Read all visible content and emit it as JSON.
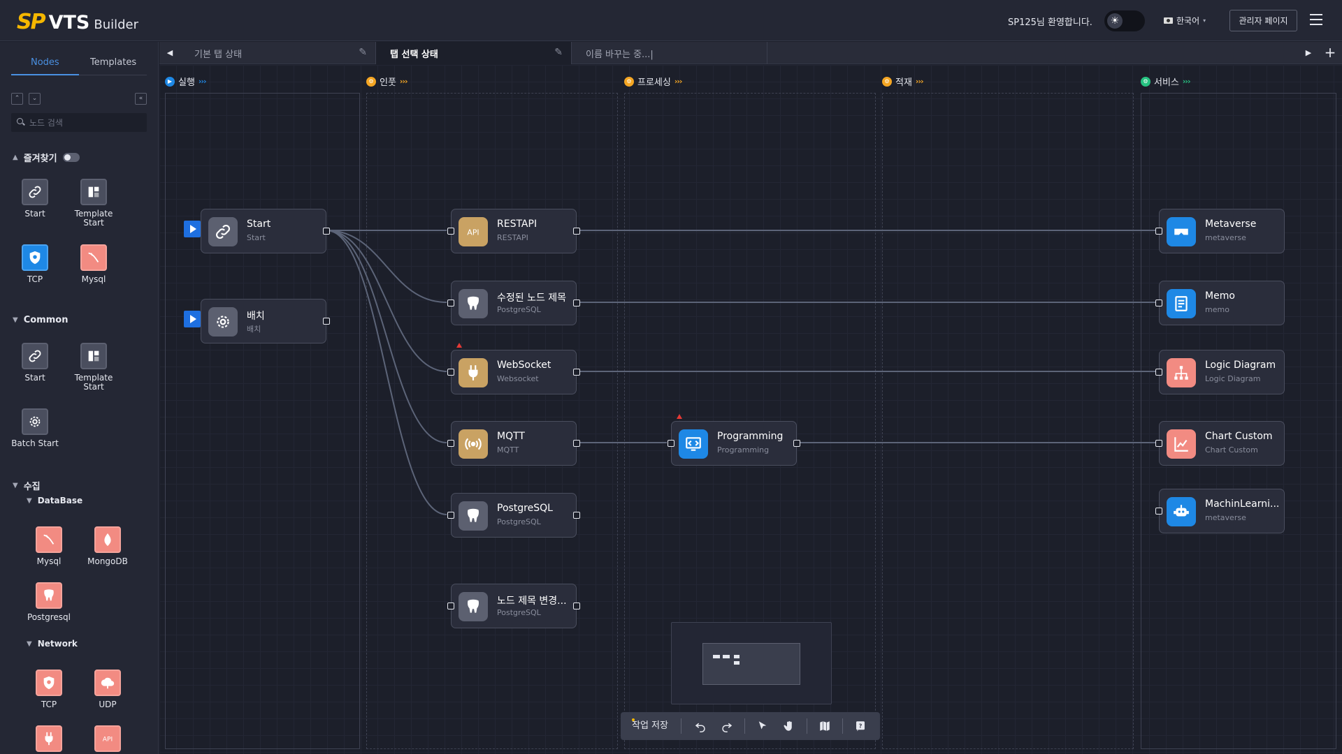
{
  "header": {
    "logo_mark": "SP",
    "logo_name": "VTS",
    "logo_suffix": "Builder",
    "welcome": "SP125님 환영합니다.",
    "language": "한국어",
    "admin_button": "관리자 페이지"
  },
  "sidebar": {
    "tabs": [
      "Nodes",
      "Templates"
    ],
    "active_tab": "Nodes",
    "search_placeholder": "노드 검색",
    "favorites": {
      "title": "즐겨찾기",
      "items": [
        {
          "label": "Start",
          "icon": "link-icon"
        },
        {
          "label": "Template Start",
          "icon": "template-icon"
        },
        {
          "label": "TCP",
          "icon": "shield-network-icon"
        },
        {
          "label": "Mysql",
          "icon": "mysql-icon"
        }
      ]
    },
    "common": {
      "title": "Common",
      "items": [
        {
          "label": "Start",
          "icon": "link-icon"
        },
        {
          "label": "Template Start",
          "icon": "template-icon"
        },
        {
          "label": "Batch Start",
          "icon": "gear-icon"
        }
      ]
    },
    "collect": {
      "title": "수집",
      "database": {
        "title": "DataBase",
        "items": [
          {
            "label": "Mysql",
            "icon": "mysql-icon"
          },
          {
            "label": "MongoDB",
            "icon": "mongodb-icon"
          },
          {
            "label": "Postgresql",
            "icon": "postgresql-icon"
          }
        ]
      },
      "network": {
        "title": "Network",
        "items": [
          {
            "label": "TCP",
            "icon": "shield-network-icon"
          },
          {
            "label": "UDP",
            "icon": "cloud-icon"
          },
          {
            "label": "",
            "icon": "plug-icon"
          },
          {
            "label": "",
            "icon": "api-icon"
          }
        ]
      }
    }
  },
  "tabs": [
    {
      "label": "기본 탭 상태",
      "active": false
    },
    {
      "label": "탭 선택 상태",
      "active": true
    },
    {
      "label": "이름 바꾸는 중...|",
      "active": false
    }
  ],
  "lanes": [
    {
      "label": "실행",
      "color": "#1e88e5"
    },
    {
      "label": "인풋",
      "color": "#f5a623"
    },
    {
      "label": "프로세싱",
      "color": "#f5a623"
    },
    {
      "label": "적재",
      "color": "#f5a623"
    },
    {
      "label": "서비스",
      "color": "#26c281"
    }
  ],
  "nodes": {
    "start": {
      "title": "Start",
      "sub": "Start",
      "icon": "link-icon"
    },
    "batch": {
      "title": "배치",
      "sub": "배치",
      "icon": "gear-icon"
    },
    "restapi": {
      "title": "RESTAPI",
      "sub": "RESTAPI",
      "icon": "api-icon"
    },
    "pg_edited": {
      "title": "수정된 노드 제목",
      "sub": "PostgreSQL",
      "icon": "postgresql-icon"
    },
    "websocket": {
      "title": "WebSocket",
      "sub": "Websocket",
      "icon": "plug-icon"
    },
    "mqtt": {
      "title": "MQTT",
      "sub": "MQTT",
      "icon": "broadcast-icon"
    },
    "postgresql": {
      "title": "PostgreSQL",
      "sub": "PostgreSQL",
      "icon": "postgresql-icon"
    },
    "pg_renaming": {
      "title": "노드 제목 변경...",
      "sub": "PostgreSQL",
      "icon": "postgresql-icon"
    },
    "programming": {
      "title": "Programming",
      "sub": "Programming",
      "icon": "code-icon"
    },
    "metaverse": {
      "title": "Metaverse",
      "sub": "metaverse",
      "icon": "vr-icon"
    },
    "memo": {
      "title": "Memo",
      "sub": "memo",
      "icon": "memo-icon"
    },
    "logic_diagram": {
      "title": "Logic Diagram",
      "sub": "Logic Diagram",
      "icon": "diagram-icon"
    },
    "chart_custom": {
      "title": "Chart Custom",
      "sub": "Chart Custom",
      "icon": "chart-icon"
    },
    "machine_learning": {
      "title": "MachinLearni...",
      "sub": "metaverse",
      "icon": "robot-icon"
    }
  },
  "toolbar": {
    "save_label": "작업 저장"
  }
}
